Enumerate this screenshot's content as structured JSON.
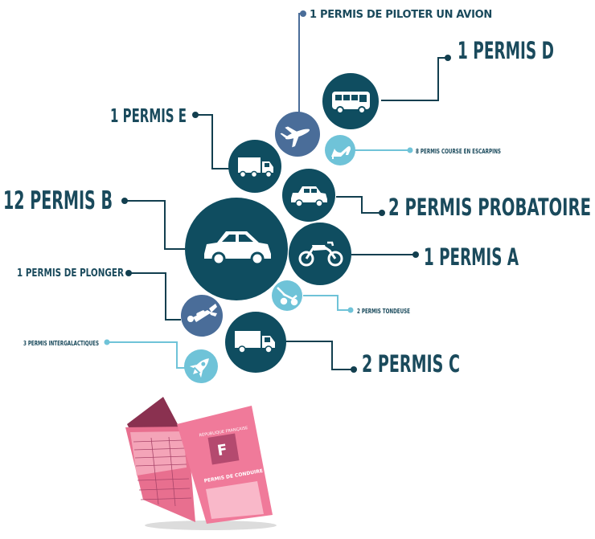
{
  "colors": {
    "dark": "#0f4d60",
    "steel": "#4a6d99",
    "light": "#6fc3d8",
    "line_dark": "#123f4f",
    "text": "#1a4a5c",
    "book_dark": "#8a3150",
    "book_pink": "#f07a9a",
    "book_white": "#ffffff"
  },
  "licenses": [
    {
      "id": "avion",
      "label": "1 PERMIS DE PILOTER UN AVION",
      "icon": "airplane-icon"
    },
    {
      "id": "d",
      "label": "1 PERMIS D",
      "icon": "bus-icon"
    },
    {
      "id": "e",
      "label": "1 PERMIS E",
      "icon": "truck-trailer-icon"
    },
    {
      "id": "escarpins",
      "label": "8 PERMIS COURSE EN ESCARPINS",
      "icon": "high-heel-icon"
    },
    {
      "id": "b",
      "label": "12 PERMIS B",
      "icon": "car-icon"
    },
    {
      "id": "probatoire",
      "label": "2 PERMIS PROBATOIRE",
      "icon": "small-car-icon"
    },
    {
      "id": "a",
      "label": "1 PERMIS A",
      "icon": "motorcycle-icon"
    },
    {
      "id": "plonger",
      "label": "1 PERMIS DE PLONGER",
      "icon": "diver-icon"
    },
    {
      "id": "tondeuse",
      "label": "2 PERMIS TONDEUSE",
      "icon": "lawn-mower-icon"
    },
    {
      "id": "intergalactiques",
      "label": "3 PERMIS INTERGALACTIQUES",
      "icon": "rocket-icon"
    },
    {
      "id": "c",
      "label": "2 PERMIS C",
      "icon": "truck-icon"
    }
  ],
  "license_book": {
    "country": "RÉPUBLIQUE FRANÇAISE",
    "letter": "F",
    "title": "PERMIS DE CONDUIRE"
  }
}
